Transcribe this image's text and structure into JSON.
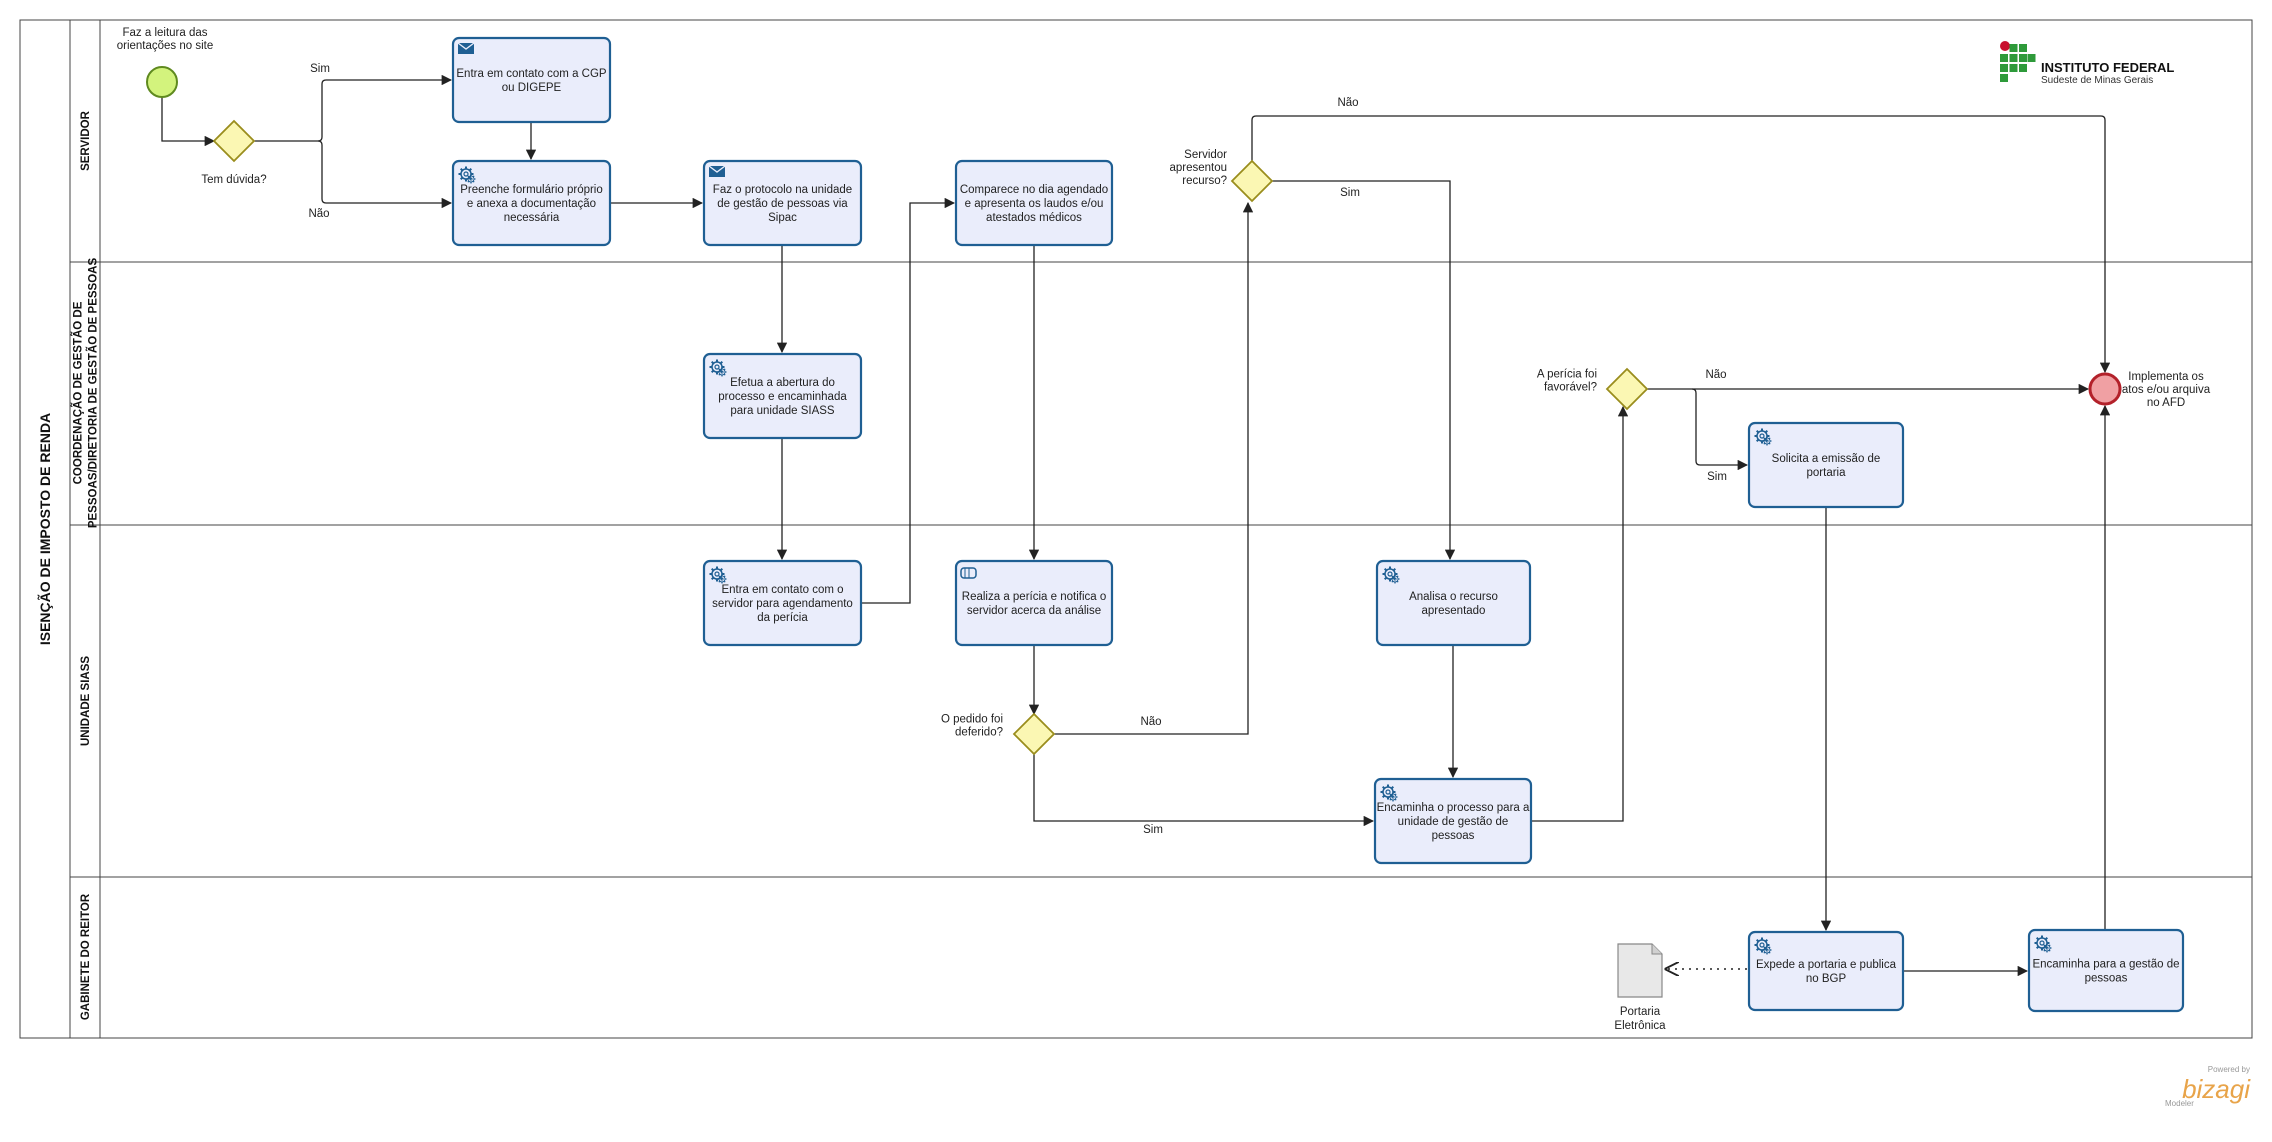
{
  "pool": {
    "title": "ISENÇÃO DE IMPOSTO DE RENDA"
  },
  "lanes": [
    {
      "id": "servidor",
      "title": [
        "SERVIDOR"
      ]
    },
    {
      "id": "coord",
      "title": [
        "COORDENAÇÃO DE GESTÃO DE",
        "PESSOAS/DIRETORIA DE GESTÃO DE PESSOAS"
      ]
    },
    {
      "id": "siass",
      "title": [
        "UNIDADE SIASS"
      ]
    },
    {
      "id": "gabinete",
      "title": [
        "GABINETE DO REITOR"
      ]
    }
  ],
  "logo": {
    "name": "INSTITUTO FEDERAL",
    "subtitle": "Sudeste de Minas Gerais",
    "colors": {
      "red": "#c8102e",
      "green": "#2e9a3a"
    }
  },
  "events": [
    {
      "id": "start",
      "kind": "start",
      "label": [
        "Faz a leitura das",
        "orientações no site"
      ]
    },
    {
      "id": "end",
      "kind": "end",
      "label": [
        "Implementa os",
        "atos e/ou arquiva",
        "no AFD"
      ]
    }
  ],
  "gateways": [
    {
      "id": "g1",
      "label": [
        "Tem dúvida?"
      ]
    },
    {
      "id": "g2",
      "label": [
        "Servidor",
        "apresentou",
        "recurso?"
      ]
    },
    {
      "id": "g3",
      "label": [
        "A perícia foi",
        "favorável?"
      ]
    },
    {
      "id": "g4",
      "label": [
        "O pedido foi",
        "deferido?"
      ]
    }
  ],
  "tasks": [
    {
      "id": "t1",
      "icon": "envelope-icon",
      "text": [
        "Entra em contato com a CGP",
        "ou DIGEPE"
      ]
    },
    {
      "id": "t2",
      "icon": "gear-icon",
      "text": [
        "Preenche formulário próprio",
        "e anexa a documentação",
        "necessária"
      ]
    },
    {
      "id": "t3",
      "icon": "envelope-icon",
      "text": [
        "Faz o protocolo na unidade",
        "de gestão de pessoas via",
        "Sipac"
      ]
    },
    {
      "id": "t4",
      "icon": "",
      "text": [
        "Comparece no dia agendado",
        "e apresenta os laudos e/ou",
        "atestados médicos"
      ]
    },
    {
      "id": "t5",
      "icon": "gear-icon",
      "text": [
        "Efetua a abertura do",
        "processo e encaminhada",
        "para unidade SIASS"
      ]
    },
    {
      "id": "t6",
      "icon": "gear-icon",
      "text": [
        "Entra em contato com o",
        "servidor para agendamento",
        "da perícia"
      ]
    },
    {
      "id": "t7",
      "icon": "hand-icon",
      "text": [
        "Realiza a perícia e notifica o",
        "servidor acerca da análise"
      ]
    },
    {
      "id": "t8",
      "icon": "gear-icon",
      "text": [
        "Analisa o recurso",
        "apresentado"
      ]
    },
    {
      "id": "t9",
      "icon": "gear-icon",
      "text": [
        "Encaminha o processo para a",
        "unidade de gestão de",
        "pessoas"
      ]
    },
    {
      "id": "t10",
      "icon": "gear-icon",
      "text": [
        "Solicita a emissão de",
        "portaria"
      ]
    },
    {
      "id": "t11",
      "icon": "gear-icon",
      "text": [
        "Expede a portaria e publica",
        "no BGP"
      ]
    },
    {
      "id": "t12",
      "icon": "gear-icon",
      "text": [
        "Encaminha para a gestão de",
        "pessoas"
      ]
    }
  ],
  "artifacts": [
    {
      "id": "doc",
      "label": [
        "Portaria",
        "Eletrônica"
      ]
    }
  ],
  "flow_labels": {
    "g1_sim": "Sim",
    "g1_nao": "Não",
    "g2_nao": "Não",
    "g2_sim": "Sim",
    "g3_nao": "Não",
    "g3_sim": "Sim",
    "g4_nao": "Não",
    "g4_sim": "Sim"
  },
  "footer": {
    "powered": "Powered by",
    "brand": "bizagi",
    "product": "Modeler"
  }
}
